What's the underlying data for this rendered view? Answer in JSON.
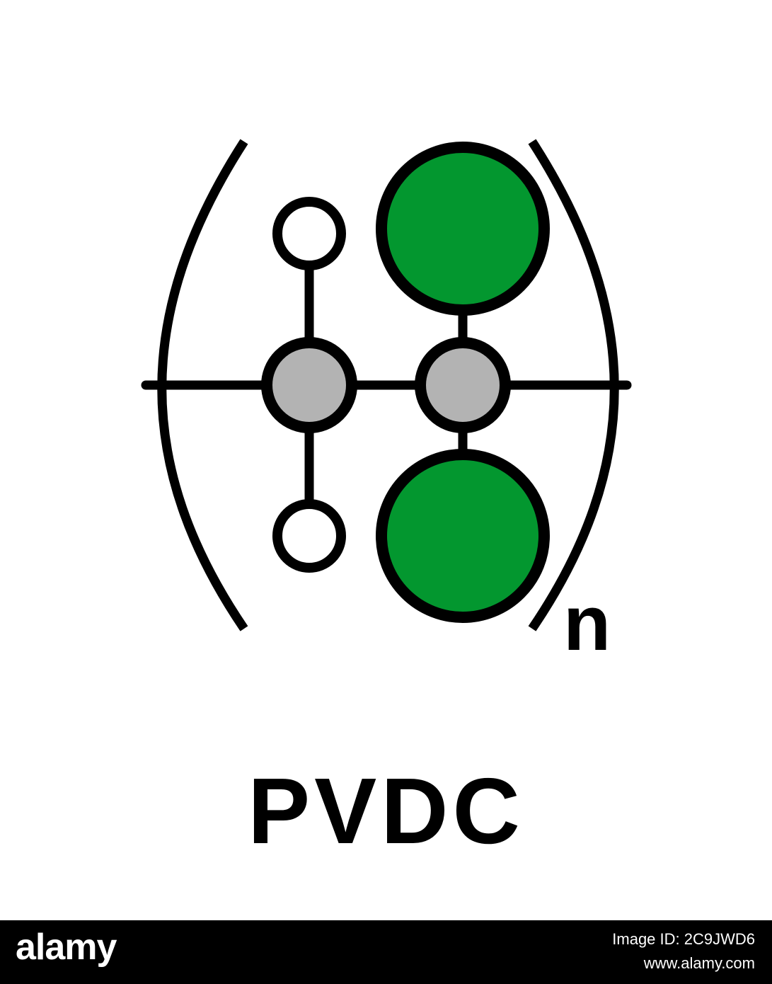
{
  "diagram": {
    "repeat_subscript": "n",
    "compound_label": "PVDC",
    "atoms": [
      {
        "element": "H",
        "name": "hydrogen"
      },
      {
        "element": "H",
        "name": "hydrogen"
      },
      {
        "element": "C",
        "name": "carbon"
      },
      {
        "element": "C",
        "name": "carbon"
      },
      {
        "element": "Cl",
        "name": "chlorine"
      },
      {
        "element": "Cl",
        "name": "chlorine"
      }
    ]
  },
  "colors": {
    "background": "#ffffff",
    "outline": "#000000",
    "carbon_fill": "#b3b3b3",
    "hydrogen_fill": "#ffffff",
    "chlorine_fill": "#03972f",
    "footer_bg": "#000000",
    "footer_text": "#ffffff"
  },
  "footer": {
    "brand": "alamy",
    "image_id": "Image ID: 2C9JWD6",
    "url": "www.alamy.com"
  }
}
